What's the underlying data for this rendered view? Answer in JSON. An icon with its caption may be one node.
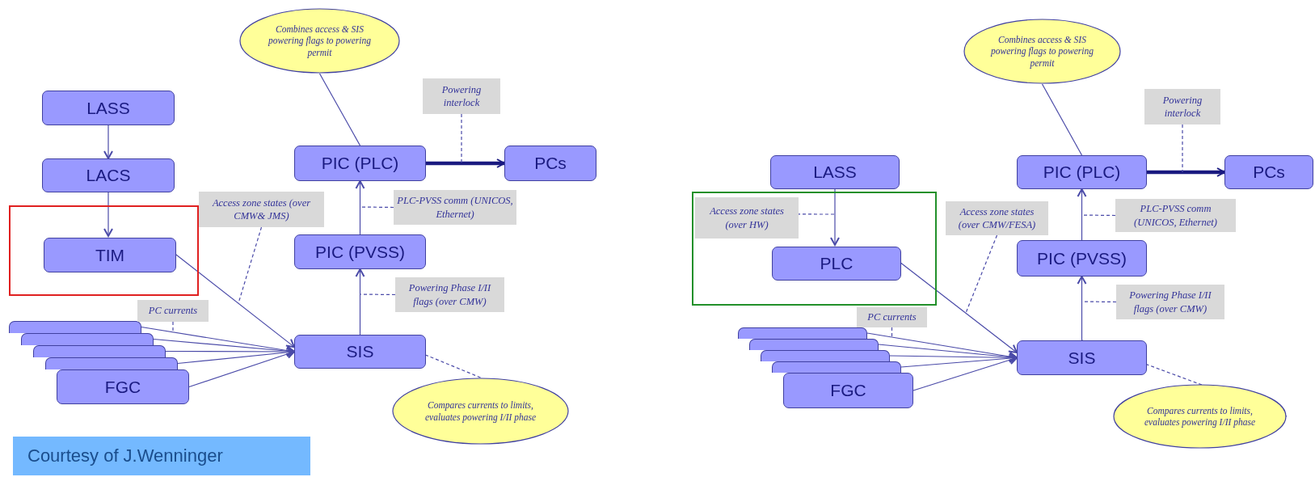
{
  "diagram": {
    "nodes": [
      {
        "text": [
          "LASS"
        ]
      },
      {
        "text": [
          "LACS"
        ]
      },
      {
        "text": [],
        "shape": "box"
      },
      {
        "text": [
          "TIM"
        ],
        "in": 2
      },
      {
        "text": [],
        "shape": "box"
      },
      {
        "text": [],
        "shape": "box"
      },
      {
        "text": [],
        "shape": "box"
      },
      {
        "text": [],
        "shape": "box"
      },
      {
        "text": [
          "FGC"
        ]
      },
      {
        "text": [
          "SIS"
        ]
      },
      {
        "text": [
          "PIC (PVSS)"
        ]
      },
      {
        "text": [
          "PIC (PLC)"
        ]
      },
      {
        "text": [
          "PCs"
        ]
      },
      {
        "text": [
          "Combines access & SIS powering flags to powering permit"
        ]
      },
      {
        "text": [
          "Compares currents to limits, evaluates powering I/II phase"
        ]
      },
      {
        "text": [
          "Powering interlock"
        ]
      },
      {
        "text": [
          "PLC-PVSS comm (UNICOS, Ethernet)"
        ]
      },
      {
        "text": [
          "Access zone states (over CMW& JMS)"
        ]
      },
      {
        "text": [
          "PC currents"
        ]
      },
      {
        "text": [
          "Powering Phase I/II flags (over CMW)"
        ]
      },
      {
        "text": [
          "LASS"
        ]
      },
      {
        "text": [],
        "shape": "box"
      },
      {
        "text": [
          "Access zone states (over HW)"
        ],
        "in": 21
      },
      {
        "text": [
          "PLC"
        ],
        "in": 21
      },
      {
        "text": [],
        "shape": "box"
      },
      {
        "text": [],
        "shape": "box"
      },
      {
        "text": [],
        "shape": "box"
      },
      {
        "text": [],
        "shape": "box"
      },
      {
        "text": [
          "FGC"
        ]
      },
      {
        "text": [
          "SIS"
        ]
      },
      {
        "text": [
          "PIC (PVSS)"
        ]
      },
      {
        "text": [
          "PIC (PLC)"
        ]
      },
      {
        "text": [
          "PCs"
        ]
      },
      {
        "text": [
          "Combines access & SIS powering flags to powering permit"
        ]
      },
      {
        "text": [
          "Compares currents to limits, evaluates powering I/II phase"
        ]
      },
      {
        "text": [
          "Powering interlock"
        ]
      },
      {
        "text": [
          "PLC-PVSS comm (UNICOS, Ethernet)"
        ]
      },
      {
        "text": [
          "Access zone states (over CMW/FESA)"
        ]
      },
      {
        "text": [
          "PC currents"
        ]
      },
      {
        "text": [
          "Powering Phase I/II flags (over CMW)"
        ]
      },
      {
        "text": [
          "Courtesy of J.Wenninger"
        ]
      }
    ],
    "edges": [
      {
        "from": 0,
        "to": 1,
        "arrow": "to"
      },
      {
        "from": 1,
        "to": 3,
        "arrow": "to"
      },
      {
        "from": 3,
        "to": 9,
        "arrow": "to"
      },
      {
        "from": 4,
        "to": 9,
        "arrow": "to"
      },
      {
        "from": 5,
        "to": 9,
        "arrow": "to"
      },
      {
        "from": 6,
        "to": 9,
        "arrow": "to"
      },
      {
        "from": 7,
        "to": 9,
        "arrow": "to"
      },
      {
        "from": 8,
        "to": 9,
        "arrow": "to"
      },
      {
        "from": 9,
        "to": 10,
        "arrow": "to"
      },
      {
        "from": 10,
        "to": 11,
        "arrow": "to"
      },
      {
        "from": 11,
        "to": 12,
        "arrow": "to",
        "style": "thick",
        "color": "#1a1a80"
      },
      {
        "from": 13,
        "to": 11,
        "arrow": "none"
      },
      {
        "from": 14,
        "to": 9,
        "arrow": "none",
        "style": "dashed"
      },
      {
        "from": 15,
        "to": null,
        "arrow": "none",
        "style": "dashed"
      },
      {
        "from": 16,
        "to": null,
        "arrow": "none",
        "style": "dashed"
      },
      {
        "from": 17,
        "to": null,
        "arrow": "none",
        "style": "dashed"
      },
      {
        "from": 18,
        "to": null,
        "arrow": "none",
        "style": "dashed"
      },
      {
        "from": 19,
        "to": null,
        "arrow": "none",
        "style": "dashed"
      },
      {
        "from": 20,
        "to": 23,
        "arrow": "to"
      },
      {
        "from": 23,
        "to": 29,
        "arrow": "to"
      },
      {
        "from": 24,
        "to": 29,
        "arrow": "to"
      },
      {
        "from": 25,
        "to": 29,
        "arrow": "to"
      },
      {
        "from": 26,
        "to": 29,
        "arrow": "to"
      },
      {
        "from": 27,
        "to": 29,
        "arrow": "to"
      },
      {
        "from": 28,
        "to": 29,
        "arrow": "to"
      },
      {
        "from": 29,
        "to": 30,
        "arrow": "to"
      },
      {
        "from": 30,
        "to": 31,
        "arrow": "to"
      },
      {
        "from": 31,
        "to": 32,
        "arrow": "to",
        "style": "thick",
        "color": "#1a1a80"
      },
      {
        "from": 33,
        "to": 31,
        "arrow": "none"
      },
      {
        "from": 34,
        "to": 29,
        "arrow": "none",
        "style": "dashed"
      },
      {
        "from": 35,
        "to": null,
        "arrow": "none",
        "style": "dashed"
      },
      {
        "from": 36,
        "to": null,
        "arrow": "none",
        "style": "dashed"
      },
      {
        "from": 22,
        "to": null,
        "arrow": "none",
        "style": "dashed"
      },
      {
        "from": 37,
        "to": null,
        "arrow": "none",
        "style": "dashed"
      },
      {
        "from": 38,
        "to": null,
        "arrow": "none",
        "style": "dashed"
      },
      {
        "from": 39,
        "to": null,
        "arrow": "none",
        "style": "dashed"
      }
    ]
  }
}
